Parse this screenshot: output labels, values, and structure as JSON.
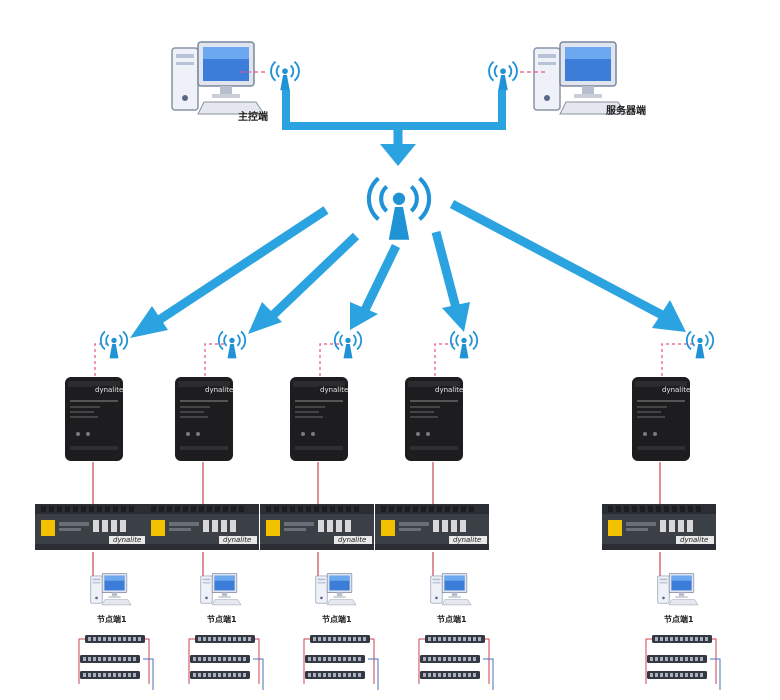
{
  "labels": {
    "master": "主控端",
    "server": "服务器端",
    "brand": "dynalite"
  },
  "nodes": [
    {
      "label": "节点端1"
    },
    {
      "label": "节点端1"
    },
    {
      "label": "节点端1"
    },
    {
      "label": "节点端1"
    },
    {
      "label": "节点端1"
    }
  ],
  "colors": {
    "arrow": "#2aa3e0",
    "wireless": "#1f93d6",
    "link_dashed": "#e7548a",
    "wire": "#c8464f",
    "gateway": "#1d1d1f",
    "gateway_accent": "#f2c200",
    "module": "#3b3f46"
  },
  "icons": {
    "pc": "desktop-computer-icon",
    "wireless": "wireless-antenna-icon",
    "gateway": "dynalite-gateway-icon",
    "module": "din-rail-module-icon",
    "switch": "network-switch-icon"
  }
}
